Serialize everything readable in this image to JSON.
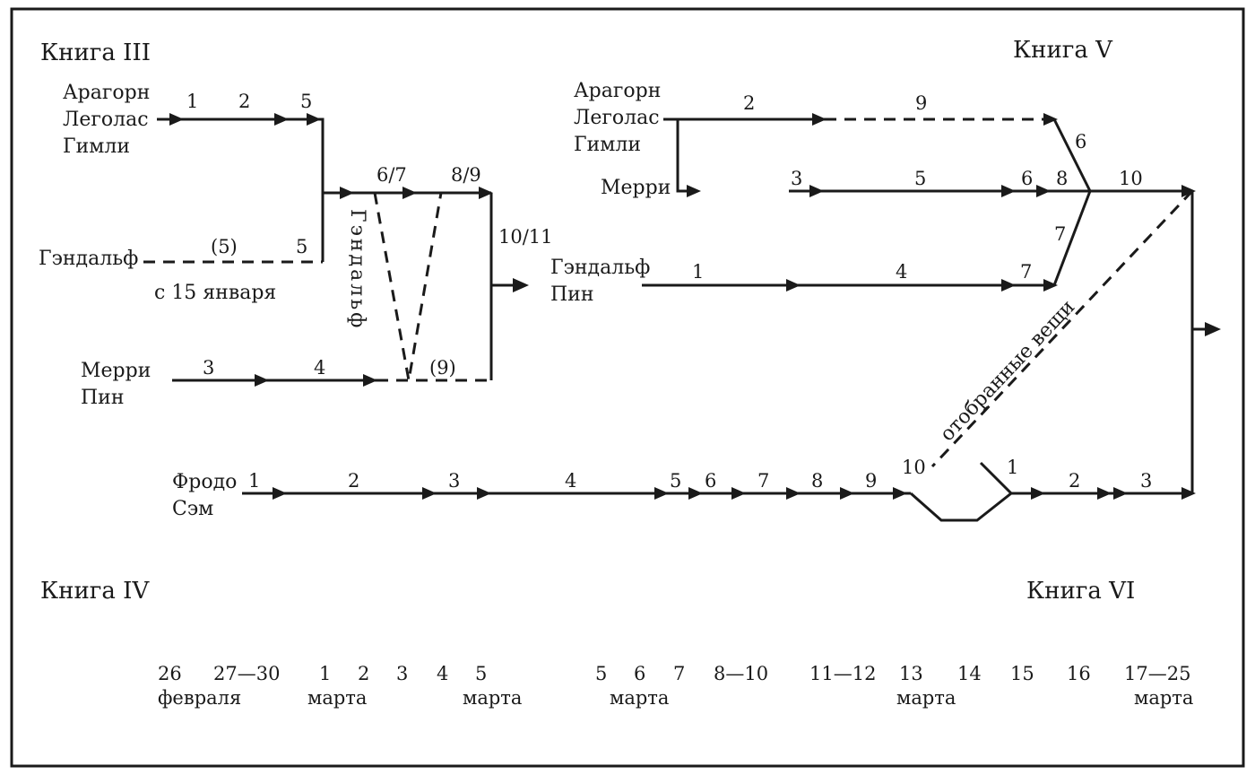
{
  "books": {
    "book3": "Книга III",
    "book4": "Книга IV",
    "book5": "Книга V",
    "book6": "Книга VI"
  },
  "book3": {
    "aragorn_group": [
      "Арагорн",
      "Леголас",
      "Гимли"
    ],
    "gandalf": "Гэндальф",
    "gandalf_note": "с 15 января",
    "gandalf_vertical": "Гэндальф",
    "merry_pippin": [
      "Мерри",
      "Пин"
    ],
    "labels": {
      "a1": "1",
      "a2": "2",
      "a5": "5",
      "g_paren": "(5)",
      "g5": "5",
      "c67": "6/7",
      "c89": "8/9",
      "m3": "3",
      "m4": "4",
      "m9": "(9)",
      "c1011": "10/11"
    }
  },
  "book5": {
    "aragorn_group": [
      "Арагорн",
      "Леголас",
      "Гимли"
    ],
    "merry": "Мерри",
    "gandalf_pippin": [
      "Гэндальф",
      "Пин"
    ],
    "confiscated": "отобранные вещи",
    "labels": {
      "a2": "2",
      "a9": "9",
      "d6": "6",
      "m3": "3",
      "m5": "5",
      "m6": "6",
      "m8": "8",
      "m10": "10",
      "d7": "7",
      "g1": "1",
      "g4": "4",
      "g7": "7"
    }
  },
  "book4": {
    "frodo_sam": [
      "Фродо",
      "Сэм"
    ],
    "labels": [
      "1",
      "2",
      "3",
      "4",
      "5",
      "6",
      "7",
      "8",
      "9"
    ]
  },
  "book6": {
    "labels": {
      "f10": "10",
      "f1": "1",
      "f2": "2",
      "f3": "3"
    }
  },
  "timeline": {
    "dates": [
      "26",
      "27—30",
      "1",
      "2",
      "3",
      "4",
      "5",
      "5",
      "6",
      "7",
      "8—10",
      "11—12",
      "13",
      "14",
      "15",
      "16",
      "17—25"
    ],
    "months": [
      "февраля",
      "марта",
      "марта",
      "марта",
      "марта",
      "марта"
    ]
  }
}
